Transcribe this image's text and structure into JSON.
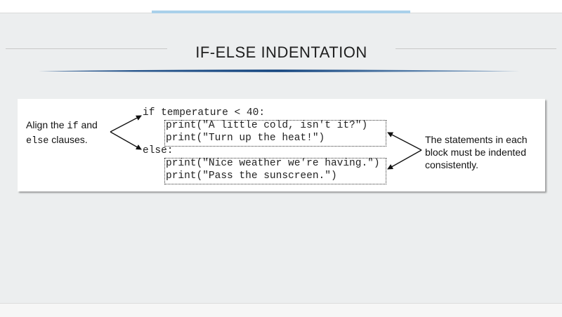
{
  "slide": {
    "title": "IF-ELSE INDENTATION"
  },
  "code": {
    "lines": [
      "if temperature < 40:",
      "print(\"A little cold, isn't it?\")",
      "print(\"Turn up the heat!\")",
      "else:",
      "print(\"Nice weather we're having.\")",
      "print(\"Pass the sunscreen.\")"
    ]
  },
  "left_note": {
    "prefix": "Align the ",
    "keyword_if": "if",
    "and": " and",
    "keyword_else": "else",
    "suffix": " clauses."
  },
  "right_note": {
    "lines": [
      "The statements in each",
      "block must be indented",
      "consistently."
    ]
  },
  "colors": {
    "background": "#eceeef",
    "title_underline": "#1e4f8a",
    "top_accent": "#a9d0ea"
  }
}
